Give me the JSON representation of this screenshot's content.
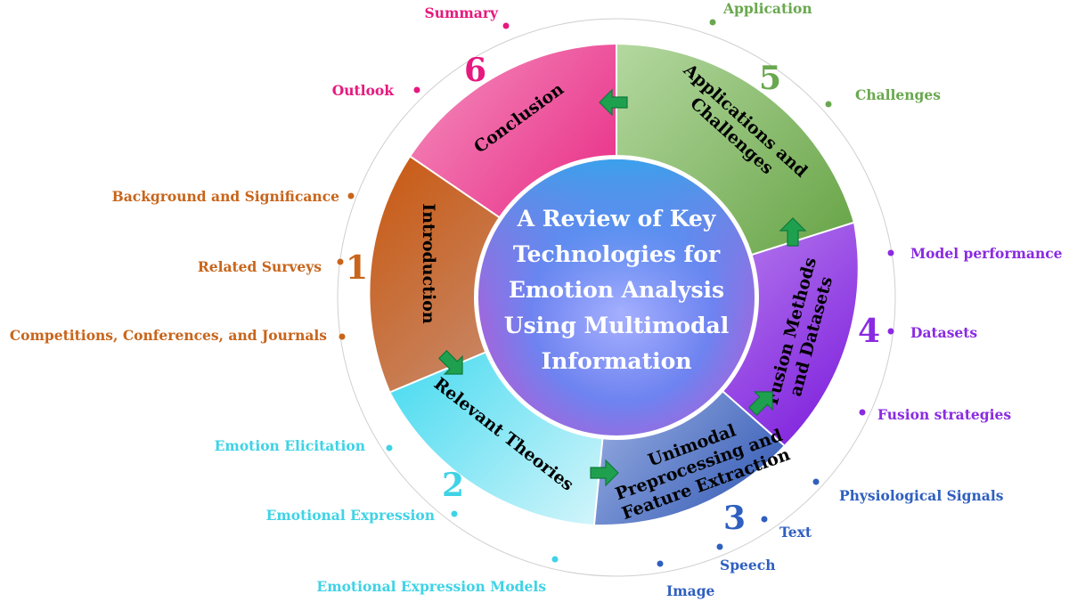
{
  "center": {
    "lines": [
      "A Review of Key",
      "Technologies for",
      "Emotion Analysis",
      "Using Multimodal",
      "Information"
    ]
  },
  "segments": [
    {
      "number": "1",
      "title_lines": [
        "Introduction"
      ],
      "color": "#c8651b",
      "topics": [
        "Background and Significance",
        "Related Surveys",
        "Competitions, Conferences, and Journals"
      ]
    },
    {
      "number": "2",
      "title_lines": [
        "Relevant Theories"
      ],
      "color": "#3fd3e6",
      "topics": [
        "Emotion Elicitation",
        "Emotional Expression",
        "Emotional Expression Models"
      ]
    },
    {
      "number": "3",
      "title_lines": [
        "Unimodal",
        "Preprocessing and",
        "Feature Extraction"
      ],
      "color": "#2f5fbf",
      "topics": [
        "Image",
        "Speech",
        "Text",
        "Physiological Signals"
      ]
    },
    {
      "number": "4",
      "title_lines": [
        "Fusion Methods",
        "and Datasets"
      ],
      "color": "#8a2be2",
      "topics": [
        "Fusion strategies",
        "Datasets",
        "Model performance"
      ]
    },
    {
      "number": "5",
      "title_lines": [
        "Applications and",
        "Challenges"
      ],
      "color": "#6aa84f",
      "topics": [
        "Challenges",
        "Application"
      ]
    },
    {
      "number": "6",
      "title_lines": [
        "Conclusion"
      ],
      "color": "#e6197e",
      "topics": [
        "Summary",
        "Outlook"
      ]
    }
  ]
}
